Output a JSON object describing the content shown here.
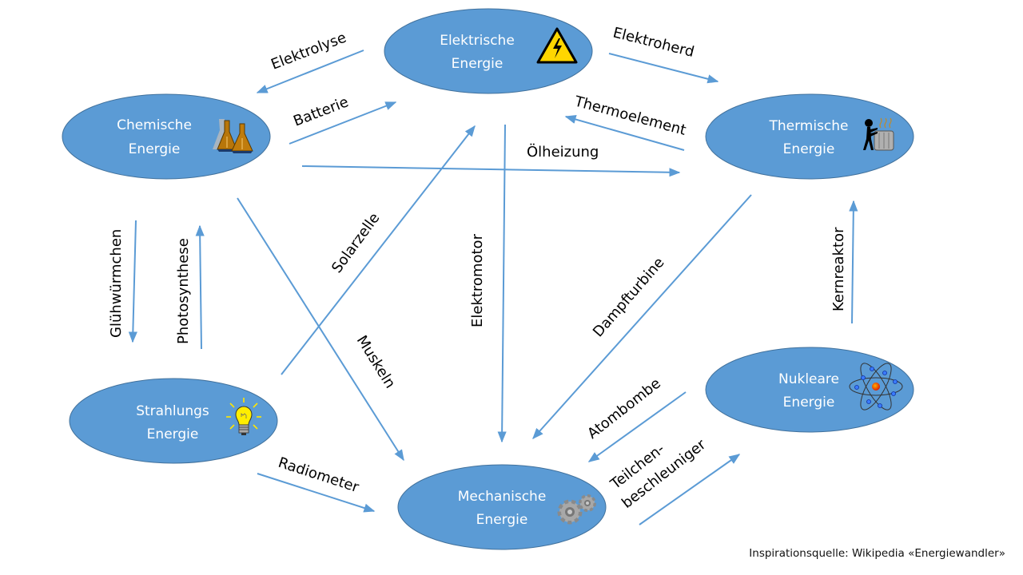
{
  "colors": {
    "node_fill": "#5b9bd5",
    "node_stroke": "#41719c",
    "node_text": "#ffffff",
    "arrow": "#5b9bd5",
    "label_text": "#000000"
  },
  "nodes": [
    {
      "id": "elektrisch",
      "line1": "Elektrische",
      "line2": "Energie",
      "icon": "high-voltage-warning-icon"
    },
    {
      "id": "chemisch",
      "line1": "Chemische",
      "line2": "Energie",
      "icon": "flasks-icon"
    },
    {
      "id": "thermisch",
      "line1": "Thermische",
      "line2": "Energie",
      "icon": "person-at-radiator-icon"
    },
    {
      "id": "strahlung",
      "line1": "Strahlungs",
      "line2": "Energie",
      "icon": "light-bulb-icon"
    },
    {
      "id": "nuklear",
      "line1": "Nukleare",
      "line2": "Energie",
      "icon": "atom-icon"
    },
    {
      "id": "mechanisch",
      "line1": "Mechanische",
      "line2": "Energie",
      "icon": "gears-icon"
    }
  ],
  "edges": [
    {
      "from": "elektrisch",
      "to": "chemisch",
      "label": "Elektrolyse"
    },
    {
      "from": "chemisch",
      "to": "elektrisch",
      "label": "Batterie"
    },
    {
      "from": "elektrisch",
      "to": "thermisch",
      "label": "Elektroherd"
    },
    {
      "from": "thermisch",
      "to": "elektrisch",
      "label": "Thermoelement"
    },
    {
      "from": "chemisch",
      "to": "thermisch",
      "label": "Ölheizung"
    },
    {
      "from": "chemisch",
      "to": "strahlung",
      "label": "Glühwürmchen"
    },
    {
      "from": "strahlung",
      "to": "chemisch",
      "label": "Photosynthese"
    },
    {
      "from": "strahlung",
      "to": "elektrisch",
      "label": "Solarzelle"
    },
    {
      "from": "chemisch",
      "to": "mechanisch",
      "label": "Muskeln"
    },
    {
      "from": "elektrisch",
      "to": "mechanisch",
      "label": "Elektromotor"
    },
    {
      "from": "thermisch",
      "to": "mechanisch",
      "label": "Dampfturbine"
    },
    {
      "from": "nuklear",
      "to": "thermisch",
      "label": "Kernreaktor"
    },
    {
      "from": "nuklear",
      "to": "mechanisch",
      "label": "Atombombe"
    },
    {
      "from": "mechanisch",
      "to": "nuklear",
      "label_line1": "Teilchen-",
      "label_line2": "beschleuniger"
    },
    {
      "from": "strahlung",
      "to": "mechanisch",
      "label": "Radiometer"
    }
  ],
  "credit": "Inspirationsquelle: Wikipedia «Energiewandler»"
}
